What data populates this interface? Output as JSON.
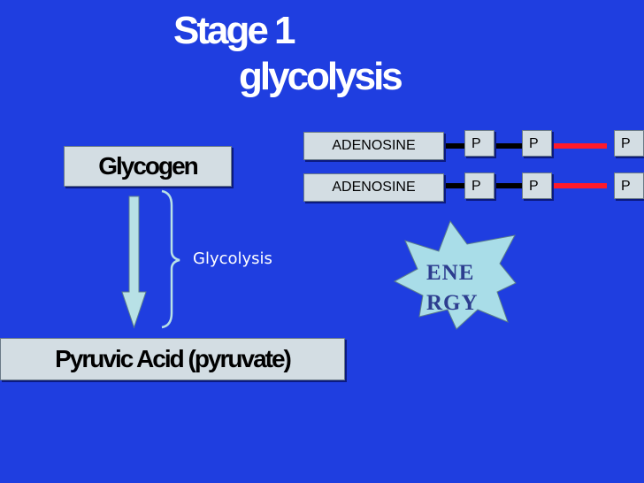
{
  "title": {
    "line1": "Stage 1",
    "line2": "glycolysis"
  },
  "boxes": {
    "glycogen": "Glycogen",
    "pyruvic": "Pyruvic Acid (pyruvate)"
  },
  "process_label": "Glycolysis",
  "atp_rows": [
    {
      "adenosine": "ADENOSINE",
      "phosphates": [
        "P",
        "P",
        "P"
      ]
    },
    {
      "adenosine": "ADENOSINE",
      "phosphates": [
        "P",
        "P",
        "P"
      ]
    }
  ],
  "energy_label": {
    "line1": "ENE",
    "line2": "RGY"
  },
  "colors": {
    "background": "#1f3ee0",
    "box": "#d3dde3",
    "arrow": "#b8e1e6",
    "starburst": "#a9dde8",
    "bond_red": "#ff1a2a"
  }
}
